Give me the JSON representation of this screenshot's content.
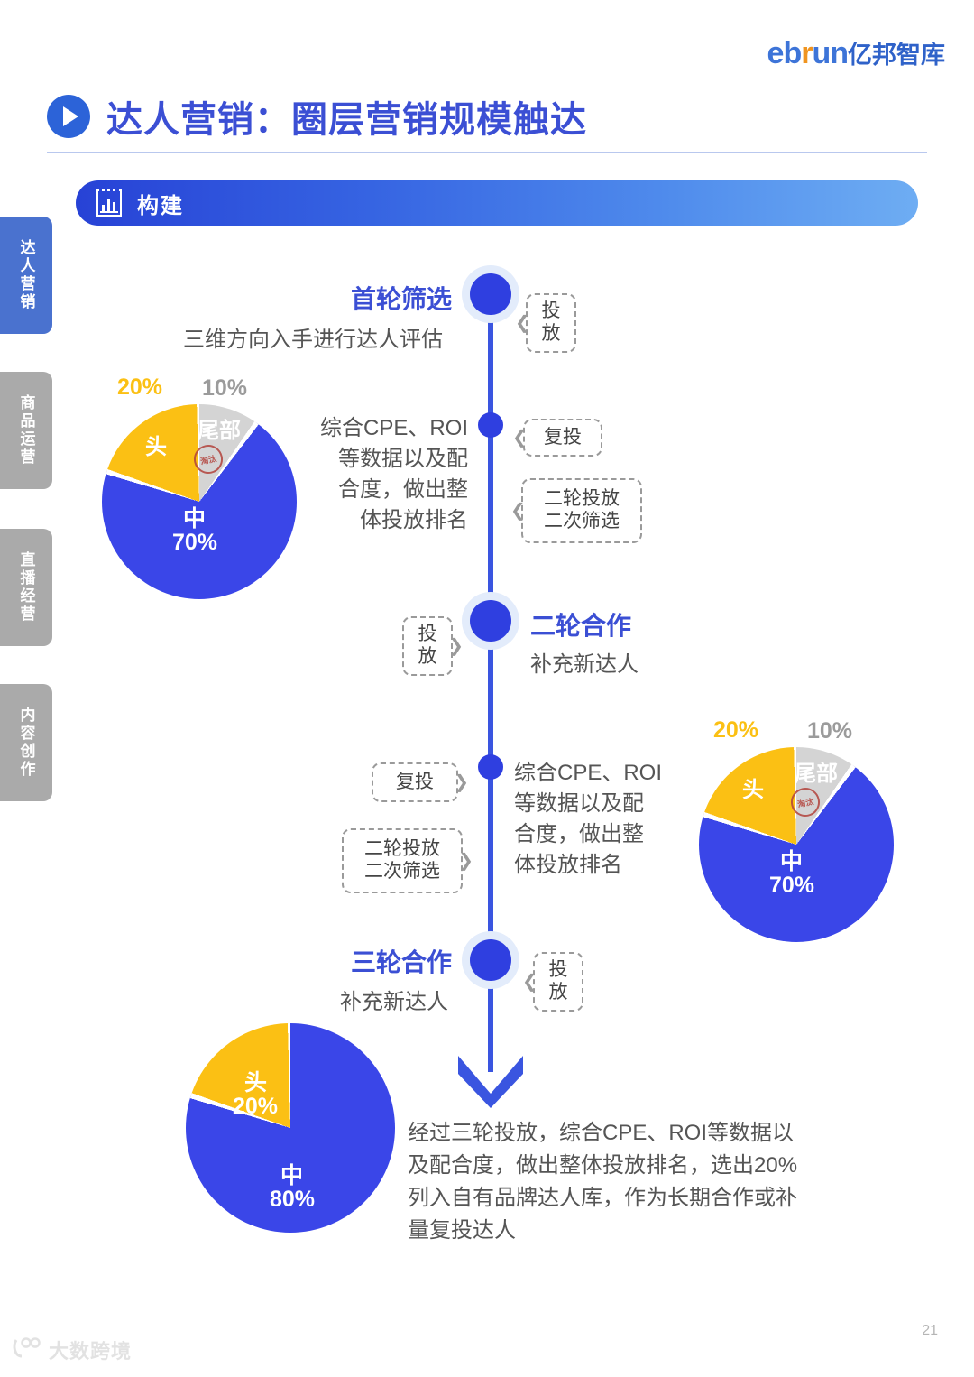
{
  "brand": {
    "logo_en_1": "eb",
    "logo_en_r": "r",
    "logo_en_2": "un",
    "logo_cn": "亿邦智库"
  },
  "header": {
    "title": "达人营销：圈层营销规模触达",
    "play_icon": "play-icon"
  },
  "sidebar": {
    "items": [
      {
        "label": "达人营销",
        "active": true
      },
      {
        "label": "商品运营",
        "active": false
      },
      {
        "label": "直播经营",
        "active": false
      },
      {
        "label": "内容创作",
        "active": false
      }
    ]
  },
  "banner": {
    "label": "构建",
    "icon": "bar-chart-icon",
    "gradient_start": "#2742d6",
    "gradient_end": "#6eadf3"
  },
  "timeline": {
    "stages": [
      {
        "title": "首轮筛选",
        "subtitle": "三维方向入手进行达人评估"
      },
      {
        "title": "二轮合作",
        "subtitle": "补充新达人"
      },
      {
        "title": "三轮合作",
        "subtitle": "补充新达人"
      }
    ],
    "paragraphs": [
      "综合CPE、ROI等数据以及配合度，做出整体投放排名",
      "综合CPE、ROI等数据以及配合度，做出整体投放排名"
    ],
    "paragraph_lines_1": [
      "综合CPE、ROI",
      "等数据以及配",
      "合度，做出整",
      "体投放排名"
    ],
    "paragraph_lines_2": [
      "综合CPE、ROI",
      "等数据以及配",
      "合度，做出整",
      "体投放排名"
    ],
    "callouts": [
      {
        "lines": [
          "投",
          "放"
        ],
        "side": "left"
      },
      {
        "lines": [
          "复投"
        ],
        "side": "left"
      },
      {
        "lines": [
          "二轮投放",
          "二次筛选"
        ],
        "side": "left"
      },
      {
        "lines": [
          "投",
          "放"
        ],
        "side": "right"
      },
      {
        "lines": [
          "复投"
        ],
        "side": "right"
      },
      {
        "lines": [
          "二轮投放",
          "二次筛选"
        ],
        "side": "right"
      },
      {
        "lines": [
          "投",
          "放"
        ],
        "side": "left"
      }
    ],
    "summary_lines": [
      "经过三轮投放，综合CPE、ROI等数据以",
      "及配合度，做出整体投放排名，选出20%",
      "列入自有品牌达人库，作为长期合作或补",
      "量复投达人"
    ]
  },
  "chart_data": [
    {
      "type": "pie",
      "title": "首轮筛选达人分层",
      "categories": [
        "尾部",
        "中",
        "头"
      ],
      "values": [
        10,
        70,
        20
      ],
      "labels": [
        "10%",
        "70%",
        "20%"
      ],
      "colors": [
        "#d4d4d4",
        "#3a46e8",
        "#fbc014"
      ],
      "annotation": "淘汰",
      "slice_labels": {
        "tail": "尾部",
        "mid": "中",
        "head": "头"
      },
      "pct_tail": "10%",
      "pct_mid": "70%",
      "pct_head": "20%"
    },
    {
      "type": "pie",
      "title": "二轮合作达人分层",
      "categories": [
        "尾部",
        "中",
        "头"
      ],
      "values": [
        10,
        70,
        20
      ],
      "labels": [
        "10%",
        "70%",
        "20%"
      ],
      "colors": [
        "#d4d4d4",
        "#3a46e8",
        "#fbc014"
      ],
      "annotation": "淘汰",
      "slice_labels": {
        "tail": "尾部",
        "mid": "中",
        "head": "头"
      },
      "pct_tail": "10%",
      "pct_mid": "70%",
      "pct_head": "20%"
    },
    {
      "type": "pie",
      "title": "三轮合作达人分层",
      "categories": [
        "中",
        "头"
      ],
      "values": [
        80,
        20
      ],
      "labels": [
        "80%",
        "20%"
      ],
      "colors": [
        "#3a46e8",
        "#fbc014"
      ],
      "slice_labels": {
        "mid": "中",
        "head": "头"
      },
      "pct_mid": "80%",
      "pct_head": "20%"
    }
  ],
  "footer": {
    "watermark": "大数跨境",
    "page_number": "21"
  }
}
